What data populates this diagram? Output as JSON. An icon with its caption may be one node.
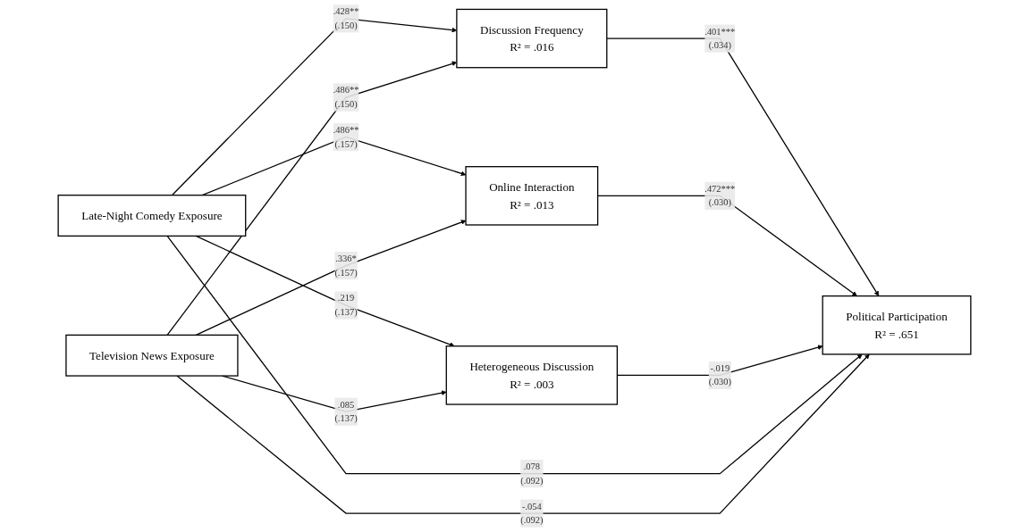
{
  "diagram": {
    "nodes": [
      {
        "text": [
          "Late-Night Comedy Exposure"
        ]
      },
      {
        "text": [
          "Television News Exposure"
        ]
      },
      {
        "text": [
          "Discussion Frequency",
          "R² = .016"
        ]
      },
      {
        "text": [
          "Online Interaction",
          "R² = .013"
        ]
      },
      {
        "text": [
          "Heterogeneous Discussion",
          "R² = .003"
        ]
      },
      {
        "text": [
          "Political Participation",
          "R² = .651"
        ]
      }
    ],
    "edges": [
      {
        "from": 0,
        "to": 2,
        "arrow": "to",
        "label": ".428** (.150)"
      },
      {
        "from": 0,
        "to": 3,
        "arrow": "to",
        "label": ".486** (.157)"
      },
      {
        "from": 0,
        "to": 4,
        "arrow": "to",
        "label": ".219 (.137)"
      },
      {
        "from": 1,
        "to": 2,
        "arrow": "to",
        "label": ".486** (.150)"
      },
      {
        "from": 1,
        "to": 3,
        "arrow": "to",
        "label": ".336* (.157)"
      },
      {
        "from": 1,
        "to": 4,
        "arrow": "to",
        "label": ".085 (.137)"
      },
      {
        "from": 2,
        "to": 5,
        "arrow": "to",
        "label": ".401*** (.034)"
      },
      {
        "from": 3,
        "to": 5,
        "arrow": "to",
        "label": ".472*** (.030)"
      },
      {
        "from": 4,
        "to": 5,
        "arrow": "to",
        "label": "-.019 (.030)"
      },
      {
        "from": 0,
        "to": 5,
        "arrow": "to",
        "label": ".078 (.092)"
      },
      {
        "from": 1,
        "to": 5,
        "arrow": "to",
        "label": "-.054 (.092)"
      }
    ]
  }
}
